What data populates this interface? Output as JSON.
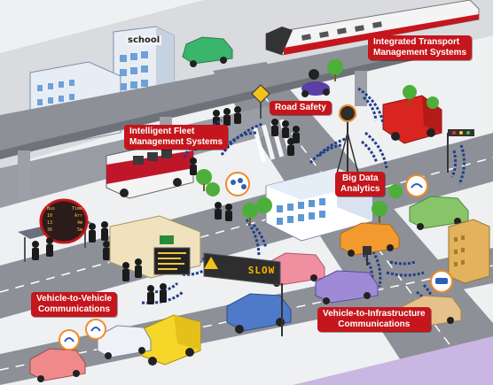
{
  "callouts": {
    "itms": [
      "Integrated Transport",
      "Management Systems"
    ],
    "road_safety": "Road Safety",
    "ifms": [
      "Intelligent Fleet",
      "Management Systems"
    ],
    "bda": [
      "Big Data",
      "Analytics"
    ],
    "v2v": [
      "Vehicle-to-Vehicle",
      "Communications"
    ],
    "v2i": [
      "Vehicle-to-Infrastructure",
      "Communications"
    ]
  },
  "school_sign": "school",
  "vms_message": "SLOW",
  "bus_stop_board": {
    "headers": [
      "Bus",
      "Time"
    ],
    "rows": [
      [
        "10",
        "Arr"
      ],
      [
        "13",
        "4m"
      ],
      [
        "36",
        "5m"
      ]
    ]
  },
  "colors": {
    "callout_red": "#c4161c",
    "road": "#8d9097",
    "bus": "#c0162a",
    "train_accent": "#c4161c",
    "signal_blue": "#1f3e8a",
    "tree": "#4caf3a"
  }
}
